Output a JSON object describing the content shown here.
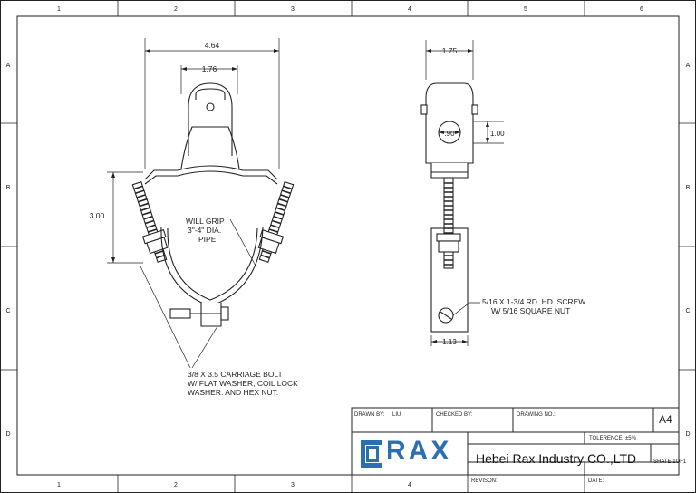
{
  "border": {
    "col_numbers": [
      "1",
      "2",
      "3",
      "4",
      "5",
      "6"
    ],
    "row_letters": [
      "A",
      "B",
      "C",
      "D"
    ]
  },
  "dimensions": {
    "width_overall": "4.64",
    "width_inner": "1.76",
    "height_side": "3.00",
    "side_width": "1.75",
    "hole_dia": ".90",
    "hole_height": "1.00",
    "bottom_width": "1.13"
  },
  "notes": {
    "grip": [
      "WILL GRIP",
      "3\"-4\" DIA.",
      "PIPE"
    ],
    "bolt": [
      "3/8 X 3.5 CARRIAGE BOLT",
      "W/ FLAT WASHER, COIL LOCK",
      "WASHER. AND HEX NUT."
    ],
    "screw": [
      "5/16 X 1-3/4 RD. HD. SCREW",
      "W/ 5/16 SQUARE NUT"
    ]
  },
  "title_block": {
    "drawn_by_label": "DRAWN BY:",
    "drawn_by_value": "LIU",
    "checked_by_label": "CHECKED BY:",
    "drawing_no_label": "DRAWING NO.:",
    "size": "A4",
    "tolerance_label": "TOLERENCE:",
    "tolerance_value": "±5%",
    "logo_text": "RAX",
    "company": "Hebei Rax Industry CO.,LTD",
    "sheet": "SHATE 1OF1",
    "revision_label": "REVISON:",
    "date_label": "DATE:"
  },
  "colors": {
    "line": "#222222",
    "logo_blue": "#2b6fb0"
  }
}
